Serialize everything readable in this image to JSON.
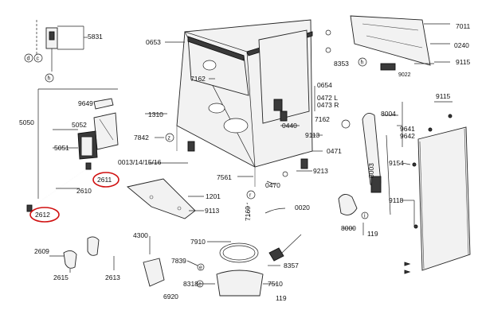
{
  "diagram": {
    "part_numbers": [
      "5831",
      "0653",
      "7011",
      "0240",
      "8353",
      "9022",
      "9115",
      "7162",
      "0654",
      "9649",
      "1310",
      "0472 L",
      "0473 R",
      "5050",
      "5052",
      "0440",
      "7162",
      "9113",
      "8004",
      "9115",
      "9641",
      "9642",
      "5051",
      "7842",
      "0471",
      "8003",
      "9154",
      "0013/14/15/16",
      "9213",
      "7561",
      "0470",
      "2611",
      "2610",
      "1201",
      "9118",
      "7169",
      "0020",
      "2612",
      "9113",
      "8000",
      "119",
      "4300",
      "7910",
      "2609",
      "7839",
      "8357",
      "2615",
      "2613",
      "8318",
      "7510",
      "6920",
      "119"
    ],
    "callouts": [
      "d",
      "c",
      "h",
      "h",
      "z",
      "r",
      "e",
      "e",
      "i"
    ],
    "highlighted": [
      "2611",
      "2612"
    ],
    "highlight_color": "#d01010"
  }
}
